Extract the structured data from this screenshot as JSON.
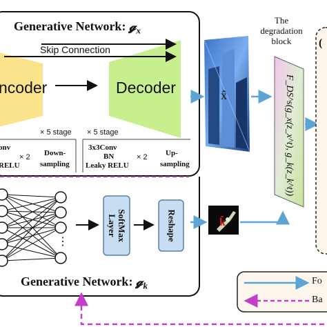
{
  "generative_x": {
    "title": "Generative Network: ",
    "symbol": "𝓰",
    "subscript": "x",
    "skip_connection": "Skip Connection",
    "encoder": "ncoder",
    "decoder": "Decoder",
    "left_stage": {
      "count": "× 5 stage",
      "line1": "onv",
      "line2": "RELU",
      "times": "× 2",
      "op_line1": "Down-",
      "op_line2": "sampling"
    },
    "right_stage": {
      "count": "× 5 stage",
      "line1": "3x3Conv",
      "line2": "BN",
      "line3": "Leaky RELU",
      "times": "× 2",
      "op_line1": "Up-",
      "op_line2": "sampling"
    }
  },
  "generative_k": {
    "title": "Generative Network: ",
    "symbol": "𝓰",
    "subscript": "k",
    "softmax_line1": "SoftMax",
    "softmax_line2": "Layer",
    "reshape": "Reshape",
    "ellipsis": "⋮"
  },
  "output_x_label": "x̂",
  "output_k_label": "k̂",
  "degradation": {
    "line1": "The",
    "line2": "degradation",
    "line3": "block",
    "formula": "F_DS^s(g_x(z_x^t), g_k(z_k^t))"
  },
  "right_panel_letter": "(",
  "legend": {
    "forward": "Fo",
    "backward": "Ba"
  },
  "colors": {
    "encoder_fill": "#fbe38c",
    "decoder_fill": "#c7ef8d",
    "arrow_blue": "#5ca4d4",
    "arrow_magenta": "#c23fc7",
    "softmax_fill": "#c7ddf1"
  }
}
